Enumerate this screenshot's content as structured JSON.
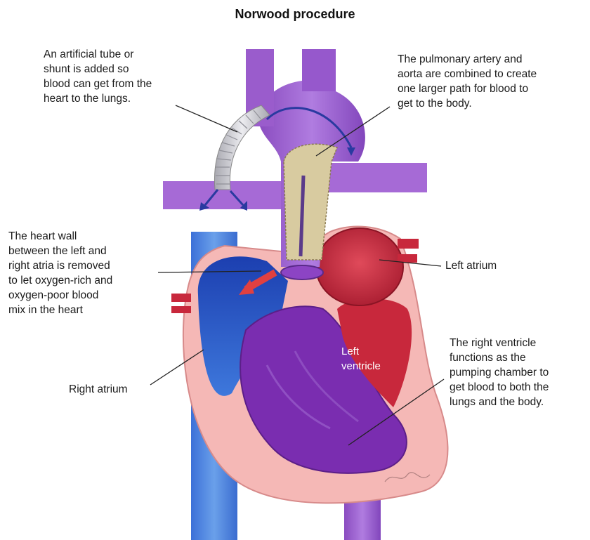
{
  "title": "Norwood procedure",
  "labels": {
    "shunt": "An artificial tube or\nshunt is added so\nblood can get from the\nheart to the lungs.",
    "pulmonary_aorta": "The pulmonary artery and\naorta are combined to create\none larger path for blood to\nget to the body.",
    "heart_wall": "The heart wall\nbetween the left and\nright atria is removed\nto let oxygen-rich and\noxygen-poor blood\nmix in the heart",
    "left_atrium": "Left atrium",
    "right_atrium": "Right atrium",
    "right_ventricle": "The right ventricle\nfunctions as the\npumping chamber to\nget blood to both the\nlungs and the body.",
    "left_ventricle": "Left\nventricle"
  },
  "colors": {
    "vessel_purple": "#9a58c8",
    "vessel_purple_light": "#b88ae0",
    "right_atrium_blue": "#2a56c8",
    "heart_wall_pink": "#f3b3b3",
    "muscle_red": "#c8283c",
    "chamber_purple": "#7a2db0",
    "graft_tan": "#d8cba0",
    "shunt_gray": "#c8c8cc"
  }
}
